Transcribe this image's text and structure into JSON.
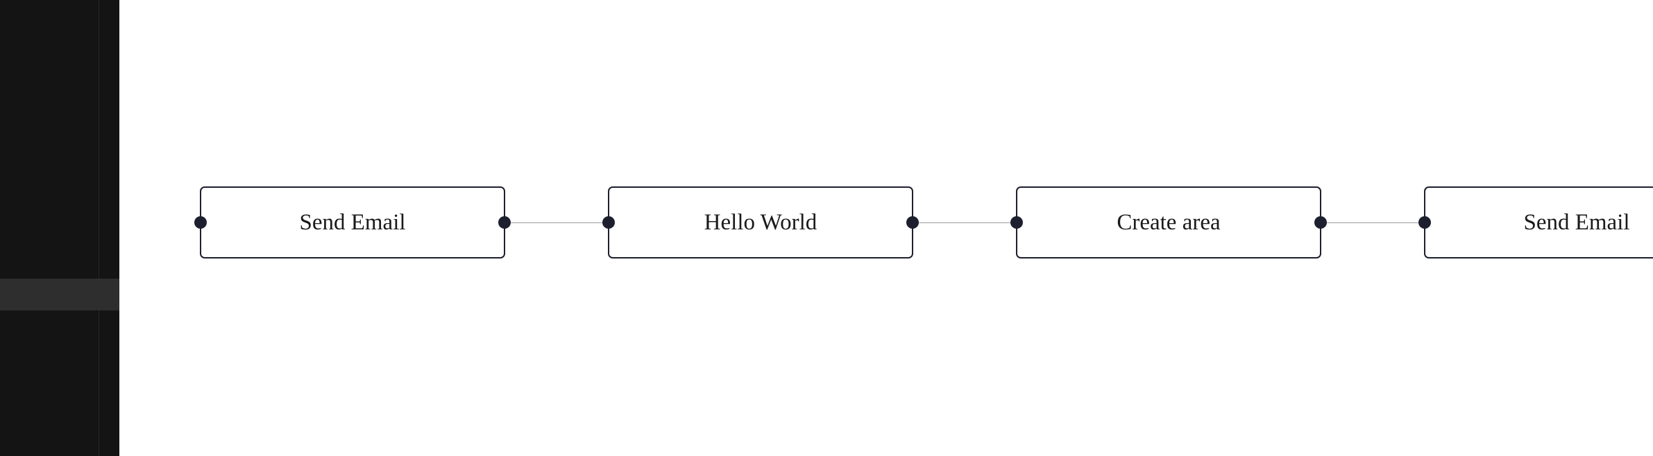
{
  "diagram": {
    "type": "horizontal-flow",
    "nodes": [
      {
        "id": "n1",
        "label": "Send Email"
      },
      {
        "id": "n2",
        "label": "Hello World"
      },
      {
        "id": "n3",
        "label": "Create area"
      },
      {
        "id": "n4",
        "label": "Send Email"
      }
    ],
    "edges": [
      {
        "from": "n1",
        "to": "n2"
      },
      {
        "from": "n2",
        "to": "n3"
      },
      {
        "from": "n3",
        "to": "n4"
      }
    ]
  },
  "colors": {
    "sidebar_background": "#141414",
    "sidebar_selected_row": "#2e2e2e",
    "canvas_background": "#ffffff",
    "node_border": "#1e1f2e",
    "handle": "#1e1f2e",
    "edge": "#9a9a9a"
  }
}
